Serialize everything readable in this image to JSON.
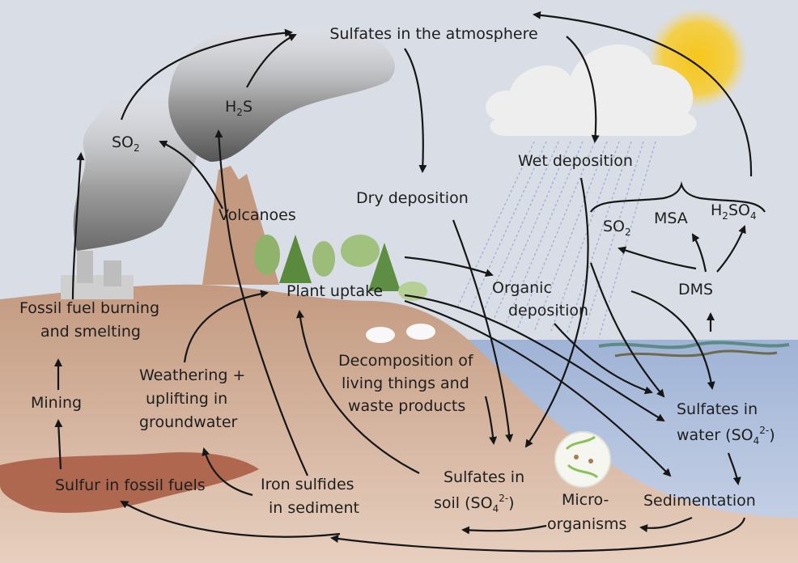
{
  "labels": {
    "sulfates_atmosphere": "Sulfates in the atmosphere",
    "so2_left": "SO",
    "so2_left_sub": "2",
    "h2s_pre": "H",
    "h2s_sub": "2",
    "h2s_post": "S",
    "volcanoes": "Volcanoes",
    "dry_deposition": "Dry deposition",
    "wet_deposition": "Wet deposition",
    "so2_right": "SO",
    "so2_right_sub": "2",
    "msa": "MSA",
    "h2so4_pre": "H",
    "h2so4_sub1": "2",
    "h2so4_mid": "SO",
    "h2so4_sub2": "4",
    "dms": "DMS",
    "plant_uptake": "Plant uptake",
    "organic_deposition_1": "Organic",
    "organic_deposition_2": "deposition",
    "fossil_burning_1": "Fossil fuel burning",
    "fossil_burning_2": "and smelting",
    "weathering_1": "Weathering +",
    "weathering_2": "uplifting in",
    "weathering_3": "groundwater",
    "decomposition_1": "Decomposition of",
    "decomposition_2": "living things and",
    "decomposition_3": "waste products",
    "mining": "Mining",
    "sulfates_water_1": "Sulfates in",
    "sulfates_water_2": "water (SO",
    "sulfates_water_sub": "4",
    "sulfates_water_sup": "2-",
    "sulfates_water_end": ")",
    "sulfates_soil_1": "Sulfates in",
    "sulfates_soil_2": "soil (SO",
    "sulfates_soil_sub": "4",
    "sulfates_soil_sup": "2-",
    "sulfates_soil_end": ")",
    "sulfur_fossil_fuels": "Sulfur in fossil fuels",
    "iron_sulfides_1": "Iron   sulfides",
    "iron_sulfides_2": "in sediment",
    "microorganisms_1": "Micro-",
    "microorganisms_2": "organisms",
    "sedimentation": "Sedimentation"
  },
  "colors": {
    "sky": "#d9dde6",
    "land": "#c9a189",
    "water": "#b8c7e0",
    "smoke": "#8e8e8e",
    "cloud": "#eeeeee",
    "sun": "#f4c51e",
    "tree": "#7aa35a",
    "arrow": "#161616"
  }
}
